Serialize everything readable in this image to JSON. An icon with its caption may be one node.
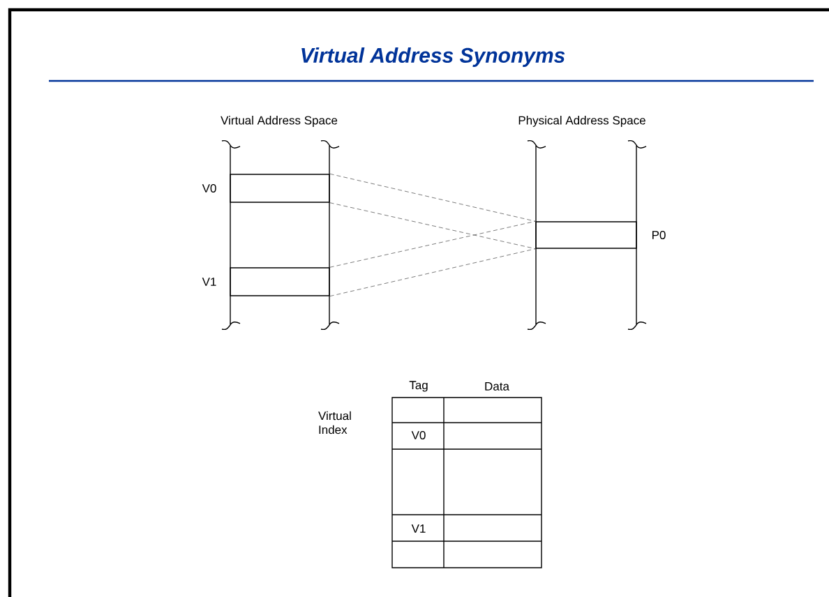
{
  "diagram": {
    "title": "Virtual Address Synonyms",
    "nodes": [
      {
        "text": [
          "V0"
        ]
      },
      {
        "text": [
          "V1"
        ]
      },
      {
        "text": [
          "P0"
        ]
      }
    ],
    "edges": [
      {
        "from": 0,
        "to": 2,
        "arrow": "none",
        "style": "dashed"
      },
      {
        "from": 0,
        "to": 2,
        "arrow": "none",
        "style": "dashed"
      },
      {
        "from": 1,
        "to": 2,
        "arrow": "none",
        "style": "dashed"
      },
      {
        "from": 1,
        "to": 2,
        "arrow": "none",
        "style": "dashed"
      }
    ],
    "labels": [
      "Virtual Address Space",
      "Physical Address Space",
      "Tag",
      "Data",
      "Virtual Index",
      "V0",
      "V1"
    ]
  }
}
